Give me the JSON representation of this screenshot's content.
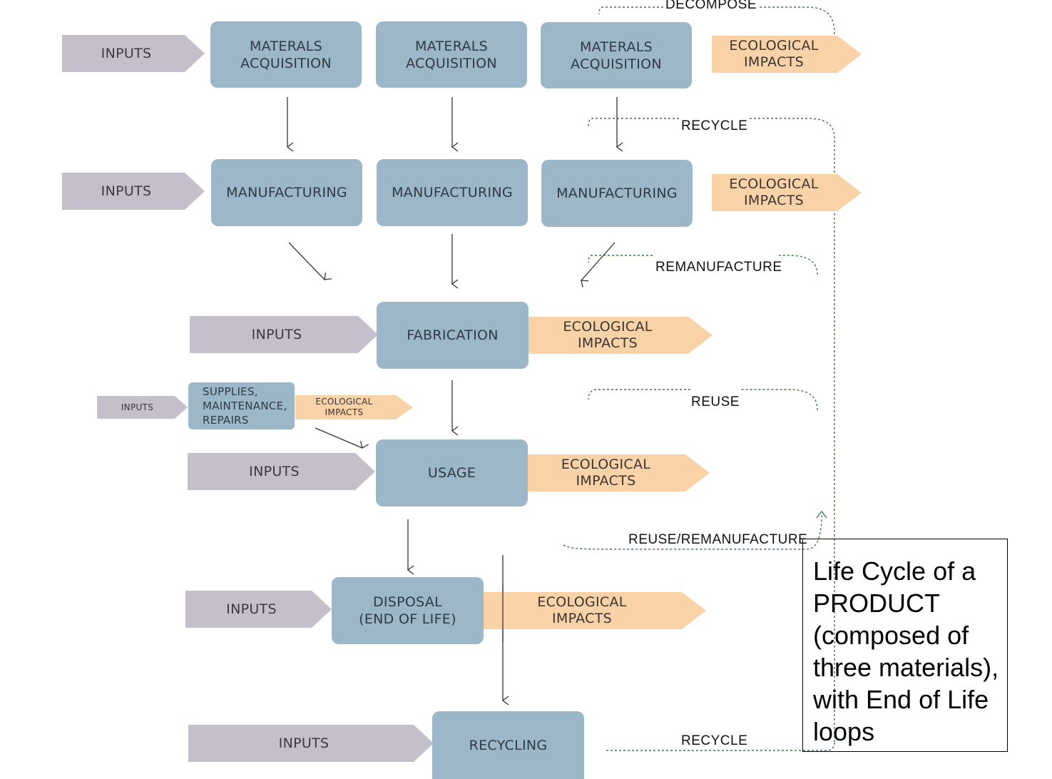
{
  "stages": {
    "materials_acquisition": "MATERALS\nACQUISITION",
    "manufacturing": "MANUFACTURING",
    "fabrication": "FABRICATION",
    "supplies": "SUPPLIES,\nMAINTENANCE,\nREPAIRS",
    "usage": "USAGE",
    "disposal": "DISPOSAL\n(END OF LIFE)",
    "recycling": "RECYCLING"
  },
  "inputs_label": "INPUTS",
  "ecological_impacts_label": "ECOLOGICAL\nIMPACTS",
  "loops": {
    "decompose": "DECOMPOSE",
    "recycle_top": "RECYCLE",
    "remanufacture": "REMANUFACTURE",
    "reuse": "REUSE",
    "reuse_remanufacture": "REUSE/REMANUFACTURE",
    "recycle_bottom": "RECYCLE"
  },
  "caption": "Life Cycle of a PRODUCT (composed of three materials), with End of Life loops",
  "colors": {
    "stage": "#9bb7c8",
    "inputs": "#c5bfcc",
    "impacts": "#f9d2a8",
    "loop_line": "#3a7a3a"
  }
}
